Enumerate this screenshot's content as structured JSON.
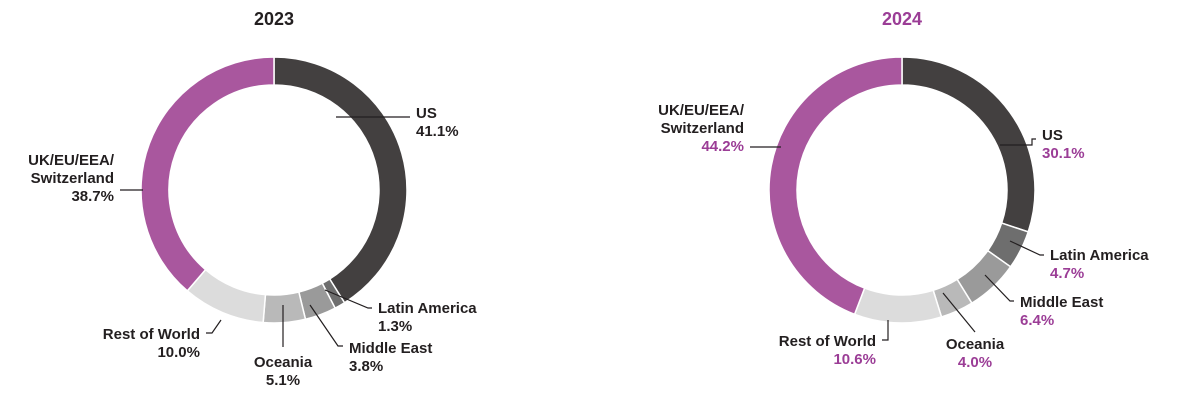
{
  "colors": {
    "US": "#434040",
    "Latin America": "#6e6e6e",
    "Middle East": "#9a9a9a",
    "Oceania": "#b9b9b9",
    "Rest of World": "#dcdcdc",
    "UK/EU/EEA/Switzerland": "#a9579e",
    "label_text": "#231f20",
    "highlight_text": "#9b3d96",
    "title_2023": "#231f20",
    "title_2024": "#9b3d96"
  },
  "chart_data": [
    {
      "type": "pie",
      "title": "2023",
      "categories": [
        "US",
        "Latin America",
        "Middle East",
        "Oceania",
        "Rest of World",
        "UK/EU/EEA/Switzerland"
      ],
      "values": [
        41.1,
        1.3,
        3.8,
        5.1,
        10.0,
        38.7
      ],
      "labels": [
        {
          "name": [
            "US"
          ],
          "pct": "41.1%"
        },
        {
          "name": [
            "Latin America"
          ],
          "pct": "1.3%"
        },
        {
          "name": [
            "Middle East"
          ],
          "pct": "3.8%"
        },
        {
          "name": [
            "Oceania"
          ],
          "pct": "5.1%"
        },
        {
          "name": [
            "Rest of World"
          ],
          "pct": "10.0%"
        },
        {
          "name": [
            "UK/EU/EEA/",
            "Switzerland"
          ],
          "pct": "38.7%"
        }
      ]
    },
    {
      "type": "pie",
      "title": "2024",
      "categories": [
        "US",
        "Latin America",
        "Middle East",
        "Oceania",
        "Rest of World",
        "UK/EU/EEA/Switzerland"
      ],
      "values": [
        30.1,
        4.7,
        6.4,
        4.0,
        10.6,
        44.2
      ],
      "labels": [
        {
          "name": [
            "US"
          ],
          "pct": "30.1%"
        },
        {
          "name": [
            "Latin America"
          ],
          "pct": "4.7%"
        },
        {
          "name": [
            "Middle East"
          ],
          "pct": "6.4%"
        },
        {
          "name": [
            "Oceania"
          ],
          "pct": "4.0%"
        },
        {
          "name": [
            "Rest of World"
          ],
          "pct": "10.6%"
        },
        {
          "name": [
            "UK/EU/EEA/",
            "Switzerland"
          ],
          "pct": "44.2%"
        }
      ]
    }
  ]
}
